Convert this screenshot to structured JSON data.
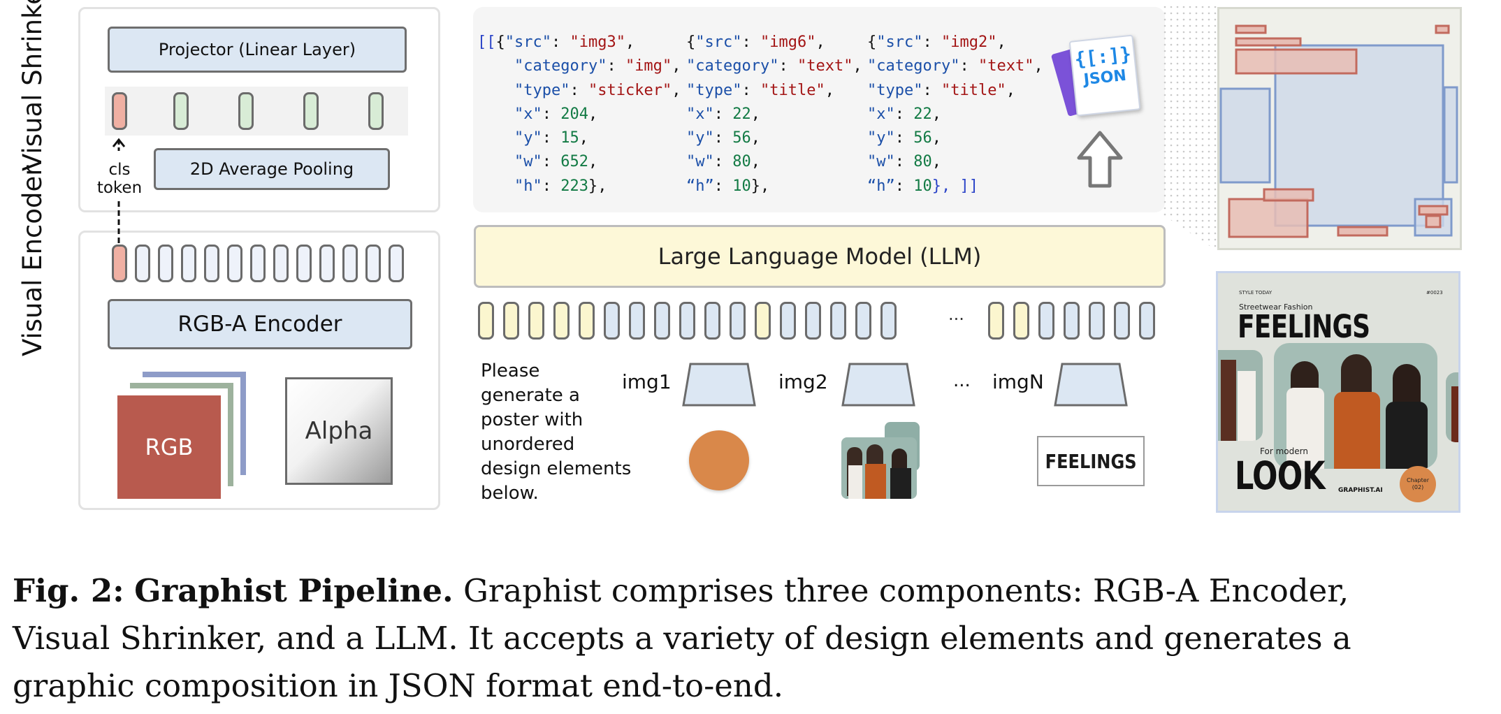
{
  "labels": {
    "visual_shrinker": "Visual Shrinker",
    "visual_encoder": "Visual Encoder",
    "projector": "Projector (Linear Layer)",
    "pooling": "2D Average Pooling",
    "cls_token_line1": "cls",
    "cls_token_line2": "token",
    "rgba_encoder": "RGB-A Encoder",
    "rgb": "RGB",
    "alpha": "Alpha",
    "llm": "Large Language Model (LLM)",
    "ellipsis": "...",
    "json_badge": "JSON",
    "json_badge_symbol": "{[:]}"
  },
  "prompt_lines": [
    "Please",
    "generate a",
    "poster with",
    "unordered",
    "design elements",
    "below."
  ],
  "images": {
    "img1": "img1",
    "img2": "img2",
    "ellipsis": "...",
    "imgN": "imgN"
  },
  "feelings_text": "FEELINGS",
  "json_columns": [
    {
      "prefix": "[[",
      "src": "img3",
      "category": "img",
      "type": "sticker",
      "x": "204",
      "y": "15",
      "w": "652",
      "h": "223",
      "h_key": "\"h\"",
      "suffix": "},"
    },
    {
      "prefix": "",
      "src": "img6",
      "category": "text",
      "type": "title",
      "x": "22",
      "y": "56",
      "w": "80",
      "h": "10",
      "h_key": "“h”",
      "suffix": "},"
    },
    {
      "prefix": "",
      "src": "img2",
      "category": "text",
      "type": "title",
      "x": "22",
      "y": "56",
      "w": "80",
      "h": "10",
      "h_key": "“h”",
      "suffix": "}, ]]"
    }
  ],
  "poster": {
    "top_left": "STYLE TODAY",
    "top_right": "#0023",
    "kicker": "Streetwear Fashion",
    "title": "FEELINGS",
    "for_modern": "For modern",
    "look": "LOOK",
    "brand": "GRAPHIST.AI",
    "chapter": "Chapter (02)"
  },
  "caption": {
    "fig": "Fig. 2:",
    "title": "Graphist Pipeline.",
    "line1": "Graphist comprises three components: RGB-A Encoder,",
    "line2": "Visual Shrinker, and a LLM. It accepts a variety of design elements and generates a",
    "line3": "graphic composition in JSON format end-to-end."
  },
  "colors": {
    "panel_blue": "#dce7f3",
    "token_red": "#f0b0a3",
    "token_green": "#d8ecd6",
    "token_yellow": "#fbf6cf",
    "llm_fill": "#fdf8d8",
    "rgb_red": "#b85a4e",
    "layout_red": "#c26a5e",
    "layout_blue": "#7f9acb"
  }
}
